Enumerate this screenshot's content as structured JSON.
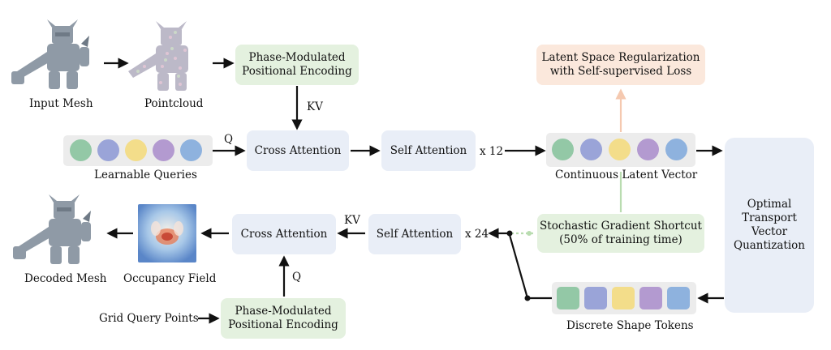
{
  "input_mesh_label": "Input Mesh",
  "pointcloud_label": "Pointcloud",
  "pe_top": {
    "line1": "Phase-Modulated",
    "line2": "Positional Encoding"
  },
  "kv_top": "KV",
  "q_top": "Q",
  "learnable_queries_label": "Learnable Queries",
  "cross_attention_enc": "Cross Attention",
  "self_attention_enc": "Self Attention",
  "x12": "x 12",
  "continuous_latent_label": "Continuous Latent Vector",
  "latent_reg": {
    "line1": "Latent Space Regularization",
    "line2": "with Self-supervised Loss"
  },
  "ot_vq": {
    "line1": "Optimal",
    "line2": "Transport",
    "line3": "Vector",
    "line4": "Quantization"
  },
  "sgs": {
    "line1": "Stochastic Gradient Shortcut",
    "line2": "(50% of training time)"
  },
  "self_attention_dec": "Self Attention",
  "x24": "x 24",
  "kv_dec": "KV",
  "cross_attention_dec": "Cross Attention",
  "occupancy_label": "Occupancy Field",
  "decoded_mesh_label": "Decoded Mesh",
  "q_dec": "Q",
  "grid_query_label": "Grid Query Points",
  "pe_bottom": {
    "line1": "Phase-Modulated",
    "line2": "Positional Encoding"
  },
  "discrete_tokens_label": "Discrete Shape Tokens",
  "token_colors": [
    "#93c8a6",
    "#9aa4d8",
    "#f3dd8a",
    "#b39ad0",
    "#8eb2de"
  ],
  "colors": {
    "box_blue": "#e9eef7",
    "box_green": "#e4f1df",
    "box_peach": "#fbe8dc"
  }
}
